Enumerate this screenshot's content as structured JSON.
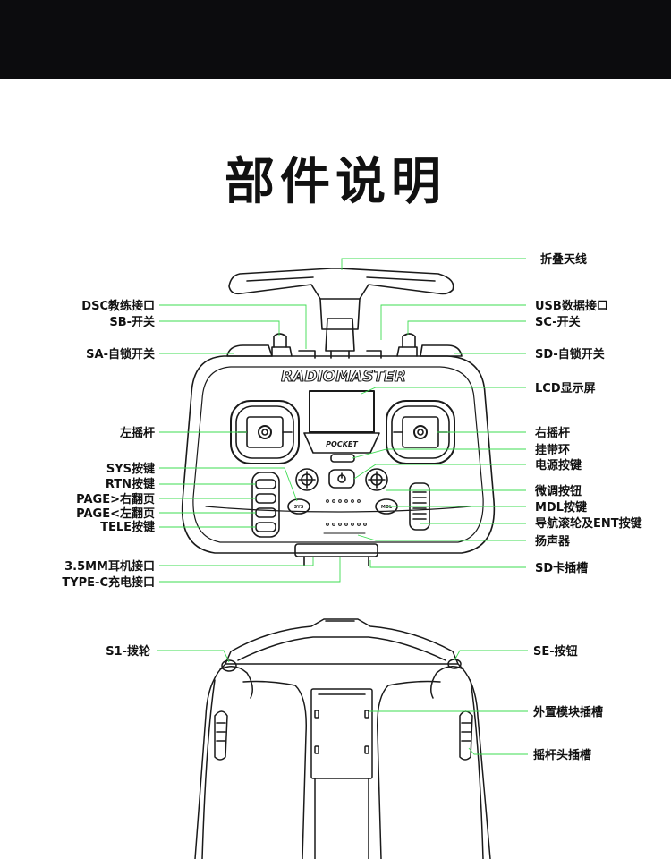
{
  "title": "部件说明",
  "device": {
    "brand": "RADIOMASTER",
    "model": "POCKET",
    "button_labels": [
      "MDL",
      "SYS"
    ]
  },
  "colors": {
    "header_bar": "#0c0c0e",
    "leader_line": "#3ddc52",
    "outline": "#1a1a1a"
  },
  "labels": {
    "antenna": "折叠天线",
    "dsc_port": "DSC教练接口",
    "usb_port": "USB数据接口",
    "sb_switch": "SB-开关",
    "sc_switch": "SC-开关",
    "sa_switch": "SA-自锁开关",
    "sd_switch": "SD-自锁开关",
    "lcd": "LCD显示屏",
    "left_stick": "左摇杆",
    "right_stick": "右摇杆",
    "lanyard": "挂带环",
    "power_button": "电源按键",
    "sys_button": "SYS按键",
    "rtn_button": "RTN按键",
    "page_right": "PAGE>右翻页",
    "page_left": "PAGE<左翻页",
    "tele_button": "TELE按键",
    "trim_button": "微调按钮",
    "mdl_button": "MDL按键",
    "nav_wheel": "导航滚轮及ENT按键",
    "speaker": "扬声器",
    "headphone": "3.5MM耳机接口",
    "typec": "TYPE-C充电接口",
    "sd_slot": "SD卡插槽",
    "s1_wheel": "S1-拨轮",
    "se_button": "SE-按钮",
    "module_bay": "外置模块插槽",
    "stick_slot": "摇杆头插槽"
  }
}
